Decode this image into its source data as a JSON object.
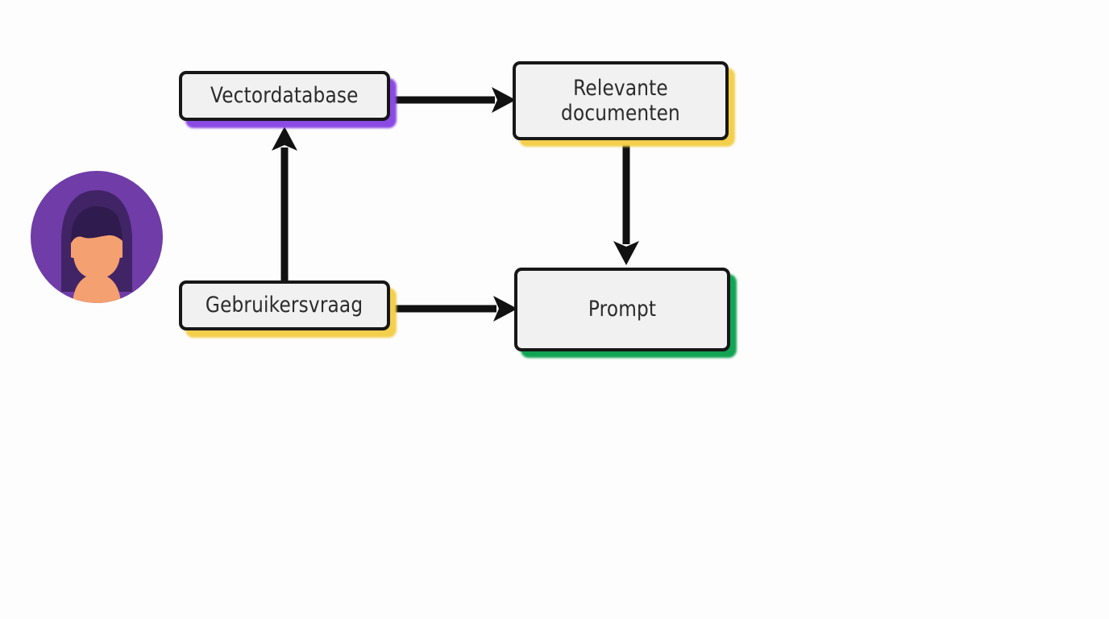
{
  "diagram": {
    "title": "Vectordatabase RAG flow",
    "background_color": "#fdfdfd",
    "style": "hand-drawn whiteboard sketch",
    "language": "nl",
    "nodes": [
      {
        "id": "vectordatabase",
        "label": "Vectordatabase",
        "shadow_color": "#8a4ae3",
        "fill_color": "#f1f1f1",
        "border_color": "#171717",
        "text_color": "#2b2b2b"
      },
      {
        "id": "relevante-documenten",
        "label": "Relevante\ndocumenten",
        "shadow_color": "#f3cf4c",
        "fill_color": "#f1f1f1",
        "border_color": "#171717",
        "text_color": "#2b2b2b"
      },
      {
        "id": "gebruikersvraag",
        "label": "Gebruikersvraag",
        "shadow_color": "#f3cf4c",
        "fill_color": "#f1f1f1",
        "border_color": "#171717",
        "text_color": "#2b2b2b"
      },
      {
        "id": "prompt",
        "label": "Prompt",
        "shadow_color": "#12a353",
        "fill_color": "#f1f1f1",
        "border_color": "#171717",
        "text_color": "#2b2b2b"
      }
    ],
    "edges": [
      {
        "id": "vectordatabase-to-relevante",
        "from": "vectordatabase",
        "to": "relevante-documenten",
        "direction": "right",
        "color": "#111111"
      },
      {
        "id": "relevante-to-prompt",
        "from": "relevante-documenten",
        "to": "prompt",
        "direction": "down",
        "color": "#111111"
      },
      {
        "id": "gebruikersvraag-to-vectordatabase",
        "from": "gebruikersvraag",
        "to": "vectordatabase",
        "direction": "up",
        "color": "#111111"
      },
      {
        "id": "gebruikersvraag-to-prompt",
        "from": "gebruikersvraag",
        "to": "prompt",
        "direction": "right",
        "color": "#111111"
      }
    ],
    "avatar": {
      "name": "user-avatar",
      "circle_color": "#6f3ca8",
      "hair_color": "#412466",
      "skin_color": "#f4a070"
    }
  }
}
